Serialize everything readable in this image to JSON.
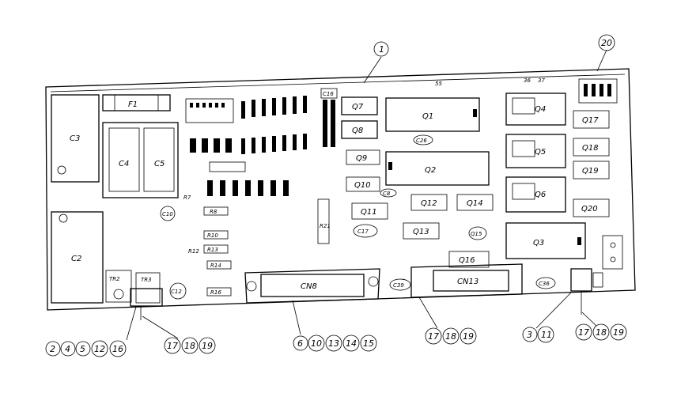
{
  "components": {
    "F1": "F1",
    "C3": "C3",
    "C4": "C4",
    "C5": "C5",
    "C2": "C2",
    "C16": "C16",
    "Q7": "Q7",
    "Q8": "Q8",
    "Q1": "Q1",
    "Q2": "Q2",
    "Q9": "Q9",
    "Q10": "Q10",
    "Q11": "Q11",
    "Q12": "Q12",
    "Q13": "Q13",
    "Q14": "Q14",
    "Q15": "Q15",
    "Q16": "Q16",
    "Q3": "Q3",
    "Q4": "Q4",
    "Q5": "Q5",
    "Q6": "Q6",
    "Q17": "Q17",
    "Q18": "Q18",
    "Q19": "Q19",
    "Q20": "Q20",
    "C17": "C17",
    "CN8": "CN8",
    "CN13": "CN13",
    "C39": "C39",
    "C36": "C36",
    "C26": "C26",
    "R8": "R8",
    "R10": "R10",
    "R13": "R13",
    "R14": "R14",
    "R16": "R16",
    "R7": "R7",
    "R12": "R12",
    "C12": "C12",
    "C10": "C10",
    "TR2": "TR2",
    "TR3": "TR3",
    "R21": "R21",
    "C8": "C8",
    "S5": "55",
    "n36": "36",
    "n37": "37"
  },
  "callouts": {
    "c1": "1",
    "c20": "20",
    "group_left": [
      "2",
      "4",
      "5",
      "12",
      "16"
    ],
    "group_cn8": [
      "6",
      "10",
      "13",
      "14",
      "15"
    ],
    "group_17a": [
      "17",
      "18",
      "19"
    ],
    "group_17b": [
      "17",
      "18",
      "19"
    ],
    "group_17c": [
      "17",
      "18",
      "19"
    ],
    "group_3": [
      "3",
      "11"
    ]
  }
}
